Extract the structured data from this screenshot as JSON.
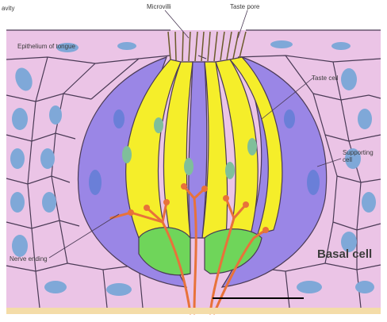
{
  "labels": {
    "cavity": "avity",
    "microvilli": "Microvilli",
    "taste_pore": "Taste pore",
    "epithelium": "Epithelium of tongue",
    "taste_cell": "Taste cell",
    "supporting_cell": "Supporting cell",
    "nerve_ending": "Nerve ending",
    "basal_cell": "Basal cell"
  },
  "colors": {
    "epithelium_fill": "#ebc4e6",
    "cell_outline": "#4a3a55",
    "nucleus_blue": "#7fa8d8",
    "supporting_purple": "#9a86e6",
    "taste_yellow": "#f5ee2a",
    "basal_green": "#6fd55a",
    "nerve_orange": "#e8723a"
  }
}
